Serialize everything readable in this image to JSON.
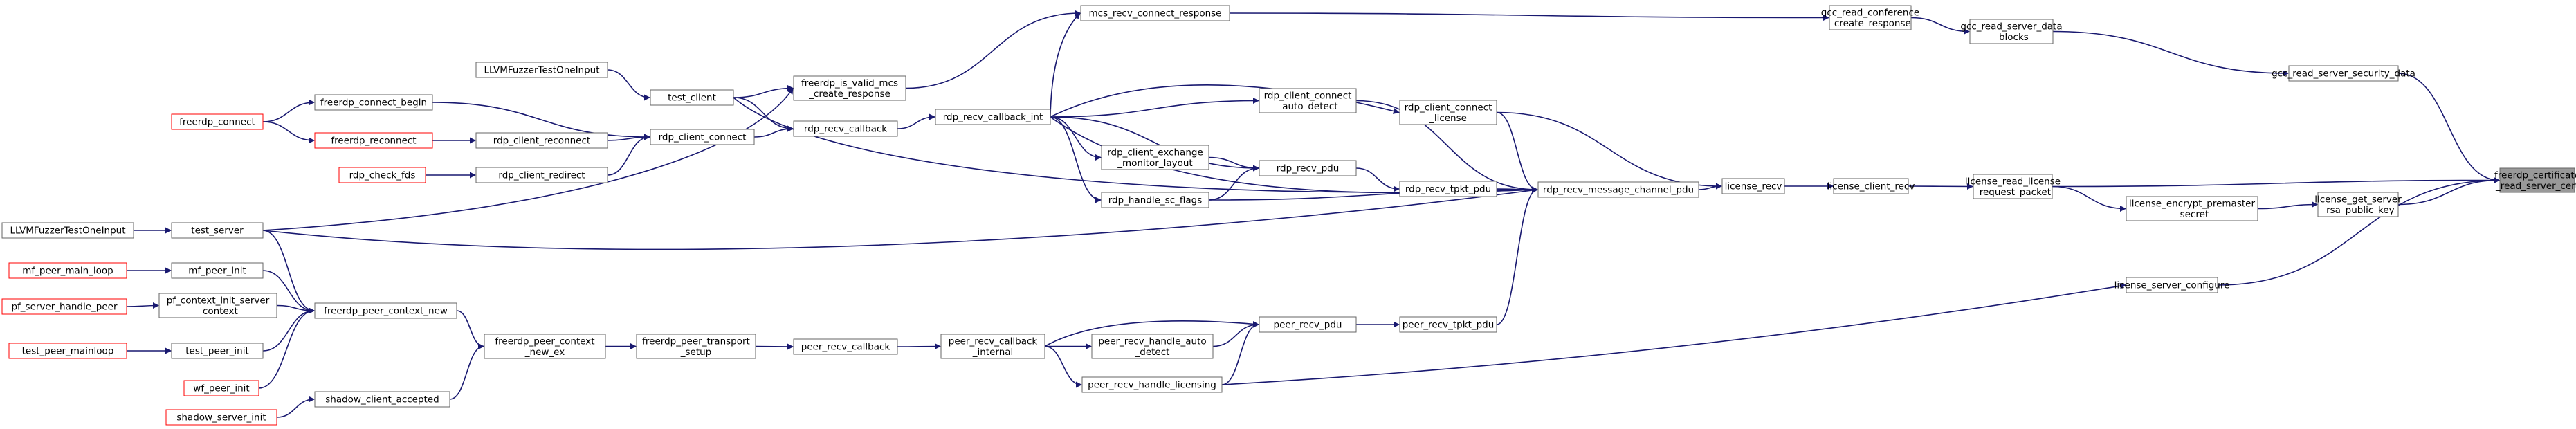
{
  "colors": {
    "normal_border": "#666666",
    "truncated_border": "#ff0000",
    "focus_fill": "#999999",
    "fill": "#ffffff",
    "edge": "#191970"
  },
  "nodes": {
    "freerdp_certificate_read_server_cert": {
      "lines": [
        "freerdp_certificate",
        "_read_server_cert"
      ],
      "style": "focus"
    },
    "gcc_read_server_security_data": {
      "lines": [
        "gcc_read_server_security_data"
      ],
      "style": "normal"
    },
    "license_read_license_request_packet": {
      "lines": [
        "license_read_license",
        "_request_packet"
      ],
      "style": "normal"
    },
    "license_get_server_rsa_public_key": {
      "lines": [
        "license_get_server",
        "_rsa_public_key"
      ],
      "style": "normal"
    },
    "license_server_configure": {
      "lines": [
        "license_server_configure"
      ],
      "style": "normal"
    },
    "gcc_read_server_data_blocks": {
      "lines": [
        "gcc_read_server_data",
        "_blocks"
      ],
      "style": "normal"
    },
    "license_client_recv": {
      "lines": [
        "license_client_recv"
      ],
      "style": "normal"
    },
    "license_encrypt_premaster_secret": {
      "lines": [
        "license_encrypt_premaster",
        "_secret"
      ],
      "style": "normal"
    },
    "gcc_read_conference_create_response": {
      "lines": [
        "gcc_read_conference",
        "_create_response"
      ],
      "style": "normal"
    },
    "license_recv": {
      "lines": [
        "license_recv"
      ],
      "style": "normal"
    },
    "mcs_recv_connect_response": {
      "lines": [
        "mcs_recv_connect_response"
      ],
      "style": "normal"
    },
    "rdp_recv_message_channel_pdu": {
      "lines": [
        "rdp_recv_message_channel_pdu"
      ],
      "style": "normal"
    },
    "rdp_client_connect_license": {
      "lines": [
        "rdp_client_connect",
        "_license"
      ],
      "style": "normal"
    },
    "rdp_recv_tpkt_pdu": {
      "lines": [
        "rdp_recv_tpkt_pdu"
      ],
      "style": "normal"
    },
    "peer_recv_tpkt_pdu": {
      "lines": [
        "peer_recv_tpkt_pdu"
      ],
      "style": "normal"
    },
    "rdp_client_connect_auto_detect": {
      "lines": [
        "rdp_client_connect",
        "_auto_detect"
      ],
      "style": "normal"
    },
    "rdp_recv_pdu": {
      "lines": [
        "rdp_recv_pdu"
      ],
      "style": "normal"
    },
    "peer_recv_pdu": {
      "lines": [
        "peer_recv_pdu"
      ],
      "style": "normal"
    },
    "rdp_recv_callback_int": {
      "lines": [
        "rdp_recv_callback_int"
      ],
      "style": "normal"
    },
    "rdp_client_exchange_monitor_layout": {
      "lines": [
        "rdp_client_exchange",
        "_monitor_layout"
      ],
      "style": "normal"
    },
    "rdp_handle_sc_flags": {
      "lines": [
        "rdp_handle_sc_flags"
      ],
      "style": "normal"
    },
    "peer_recv_handle_auto_detect": {
      "lines": [
        "peer_recv_handle_auto",
        "_detect"
      ],
      "style": "normal"
    },
    "peer_recv_handle_licensing": {
      "lines": [
        "peer_recv_handle_licensing"
      ],
      "style": "normal"
    },
    "peer_recv_callback_internal": {
      "lines": [
        "peer_recv_callback",
        "_internal"
      ],
      "style": "normal"
    },
    "freerdp_is_valid_mcs_create_response": {
      "lines": [
        "freerdp_is_valid_mcs",
        "_create_response"
      ],
      "style": "normal"
    },
    "rdp_recv_callback": {
      "lines": [
        "rdp_recv_callback"
      ],
      "style": "normal"
    },
    "peer_recv_callback": {
      "lines": [
        "peer_recv_callback"
      ],
      "style": "normal"
    },
    "test_client": {
      "lines": [
        "test_client"
      ],
      "style": "normal"
    },
    "rdp_client_connect": {
      "lines": [
        "rdp_client_connect"
      ],
      "style": "normal"
    },
    "freerdp_peer_transport_setup": {
      "lines": [
        "freerdp_peer_transport",
        "_setup"
      ],
      "style": "normal"
    },
    "LLVMFuzzerTestOneInput_client": {
      "lines": [
        "LLVMFuzzerTestOneInput"
      ],
      "style": "normal"
    },
    "freerdp_connect_begin": {
      "lines": [
        "freerdp_connect_begin"
      ],
      "style": "normal"
    },
    "rdp_client_reconnect": {
      "lines": [
        "rdp_client_reconnect"
      ],
      "style": "normal"
    },
    "rdp_client_redirect": {
      "lines": [
        "rdp_client_redirect"
      ],
      "style": "normal"
    },
    "freerdp_peer_context_new_ex": {
      "lines": [
        "freerdp_peer_context",
        "_new_ex"
      ],
      "style": "normal"
    },
    "freerdp_connect": {
      "lines": [
        "freerdp_connect"
      ],
      "style": "truncated"
    },
    "freerdp_reconnect": {
      "lines": [
        "freerdp_reconnect"
      ],
      "style": "truncated"
    },
    "rdp_check_fds": {
      "lines": [
        "rdp_check_fds"
      ],
      "style": "truncated"
    },
    "freerdp_peer_context_new": {
      "lines": [
        "freerdp_peer_context_new"
      ],
      "style": "normal"
    },
    "shadow_client_accepted": {
      "lines": [
        "shadow_client_accepted"
      ],
      "style": "normal"
    },
    "test_server": {
      "lines": [
        "test_server"
      ],
      "style": "normal"
    },
    "mf_peer_init": {
      "lines": [
        "mf_peer_init"
      ],
      "style": "normal"
    },
    "pf_context_init_server_context": {
      "lines": [
        "pf_context_init_server",
        "_context"
      ],
      "style": "normal"
    },
    "test_peer_init": {
      "lines": [
        "test_peer_init"
      ],
      "style": "normal"
    },
    "wf_peer_init": {
      "lines": [
        "wf_peer_init"
      ],
      "style": "truncated"
    },
    "shadow_server_init": {
      "lines": [
        "shadow_server_init"
      ],
      "style": "truncated"
    },
    "LLVMFuzzerTestOneInput_server": {
      "lines": [
        "LLVMFuzzerTestOneInput"
      ],
      "style": "normal"
    },
    "mf_peer_main_loop": {
      "lines": [
        "mf_peer_main_loop"
      ],
      "style": "truncated"
    },
    "pf_server_handle_peer": {
      "lines": [
        "pf_server_handle_peer"
      ],
      "style": "truncated"
    },
    "test_peer_mainloop": {
      "lines": [
        "test_peer_mainloop"
      ],
      "style": "truncated"
    }
  }
}
